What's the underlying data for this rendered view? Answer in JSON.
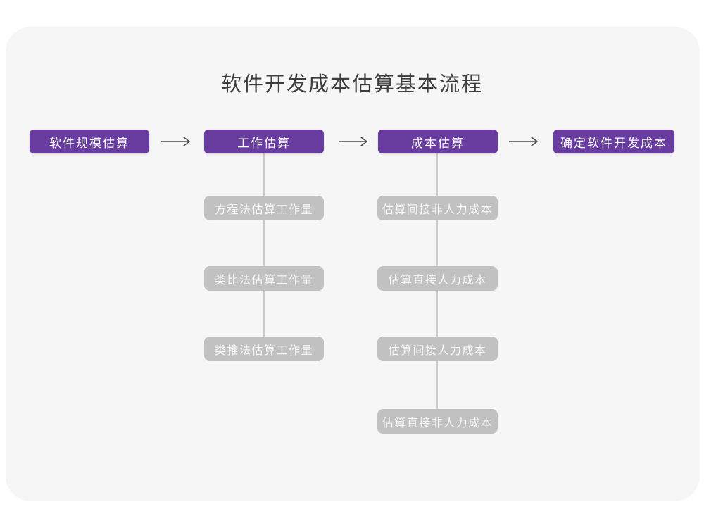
{
  "title": "软件开发成本估算基本流程",
  "flow": {
    "main_nodes": [
      {
        "label": "软件规模估算"
      },
      {
        "label": "工作估算"
      },
      {
        "label": "成本估算"
      },
      {
        "label": "确定软件开发成本"
      }
    ],
    "work_estimation_children": [
      "方程法估算工作量",
      "类比法估算工作量",
      "类推法估算工作量"
    ],
    "cost_estimation_children": [
      "估算间接非人力成本",
      "估算直接人力成本",
      "估算间接人力成本",
      "估算直接非人力成本"
    ]
  },
  "colors": {
    "primary_node": "#693c9f",
    "secondary_node": "#c1c1c1",
    "connector": "#cbcbcb",
    "arrow": "#4a4a4a",
    "card_background": "#f6f6f7",
    "title_text": "#3d3d3d"
  }
}
